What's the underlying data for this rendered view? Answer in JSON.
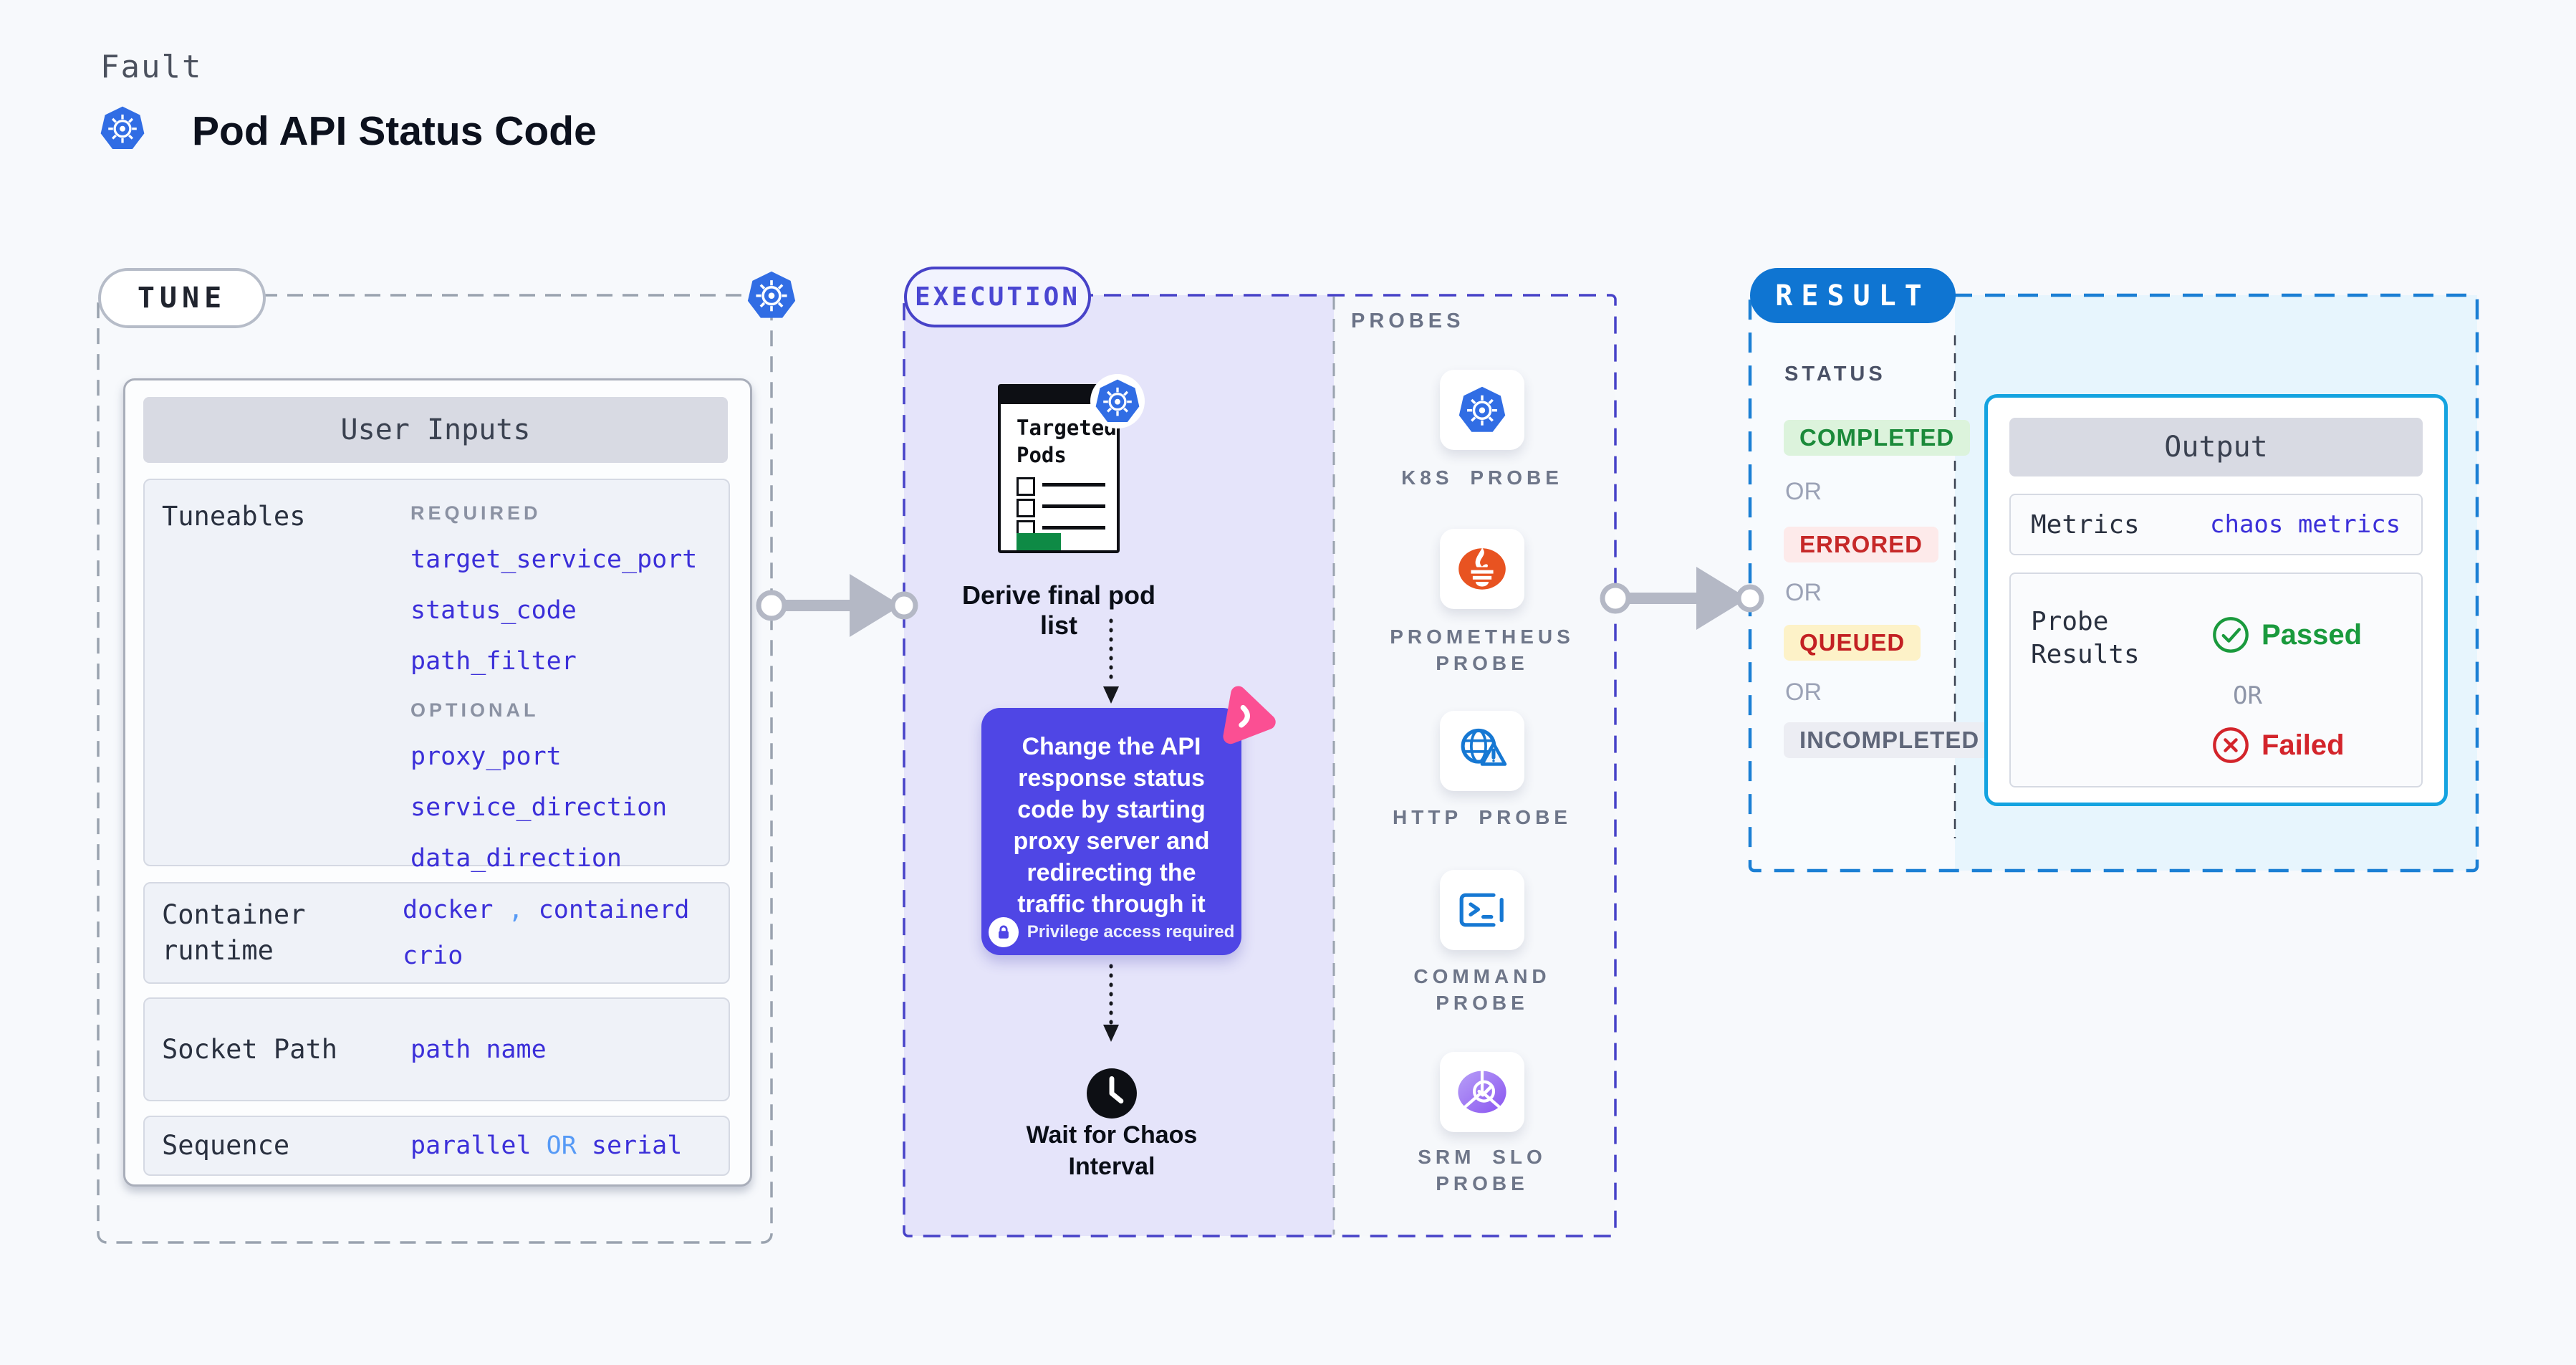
{
  "palette": {
    "page_bg": "#f7f9fc",
    "k8s_blue": "#316de4",
    "indigo": "#4f46e5",
    "execution_border": "#4742c8",
    "execution_bg": "#e5e4fa",
    "result_blue": "#0f75d2",
    "result_dash": "#1b7fd4",
    "result_bg": "#e7f5fd",
    "value_blue": "#3b2fd9",
    "light_blue_accent": "#569af6",
    "gray_dash": "#9aa3af",
    "arrow_gray": "#b4b8c5",
    "green": "#1b8a3a",
    "red": "#d3242b",
    "pink": "#fb4f93",
    "prometheus_orange": "#e85321"
  },
  "header": {
    "kicker": "Fault",
    "title": "Pod API Status Code",
    "icon": "kubernetes-icon"
  },
  "tune": {
    "badge": "TUNE",
    "corner_icon": "kubernetes-icon",
    "card_title": "User Inputs",
    "tuneables": {
      "label": "Tuneables",
      "required_label": "REQUIRED",
      "required_params": [
        "target_service_port",
        "status_code",
        "path_filter"
      ],
      "optional_label": "OPTIONAL",
      "optional_params": [
        "proxy_port",
        "service_direction",
        "data_direction"
      ]
    },
    "runtime": {
      "label": "Container runtime",
      "value_1": "docker",
      "separator": ",",
      "value_2": "containerd",
      "value_3": "crio"
    },
    "socket": {
      "label": "Socket Path",
      "value": "path name"
    },
    "sequence": {
      "label": "Sequence",
      "value_a": "parallel",
      "or": "OR",
      "value_b": "serial"
    }
  },
  "execution": {
    "badge": "EXECUTION",
    "pod_list": {
      "title": "Targeted Pods",
      "caption": "Derive final pod list",
      "icon": "kubernetes-icon"
    },
    "action": {
      "text": "Change the API response status code by starting proxy server and redirecting the traffic through it",
      "privilege": "Privilege access required",
      "lock_icon": "lock-icon",
      "corner_icon": "chaos-pink-icon"
    },
    "wait": {
      "caption": "Wait for Chaos Interval",
      "icon": "clock-icon"
    }
  },
  "probes": {
    "title": "PROBES",
    "items": [
      {
        "label": "K8S PROBE",
        "icon": "kubernetes-icon"
      },
      {
        "label": "PROMETHEUS PROBE",
        "icon": "prometheus-icon"
      },
      {
        "label": "HTTP PROBE",
        "icon": "globe-warning-icon"
      },
      {
        "label": "COMMAND PROBE",
        "icon": "terminal-icon"
      },
      {
        "label": "SRM SLO PROBE",
        "icon": "pie-check-icon"
      }
    ]
  },
  "result": {
    "badge": "RESULT",
    "status_label": "STATUS",
    "or_label": "OR",
    "statuses": [
      {
        "label": "COMPLETED",
        "text_color": "#1b8a3a",
        "bg_color": "#dcf3dc"
      },
      {
        "label": "ERRORED",
        "text_color": "#c62828",
        "bg_color": "#fdeaea"
      },
      {
        "label": "QUEUED",
        "text_color": "#c32023",
        "bg_color": "#fdf2c8"
      },
      {
        "label": "INCOMPLETED",
        "text_color": "#5f6679",
        "bg_color": "#ecedf3"
      }
    ],
    "output": {
      "title": "Output",
      "metrics_label": "Metrics",
      "metrics_value": "chaos metrics",
      "probe_results_label": "Probe Results",
      "passed": "Passed",
      "or_label": "OR",
      "failed": "Failed",
      "passed_icon": "check-circle-icon",
      "failed_icon": "x-circle-icon"
    }
  }
}
